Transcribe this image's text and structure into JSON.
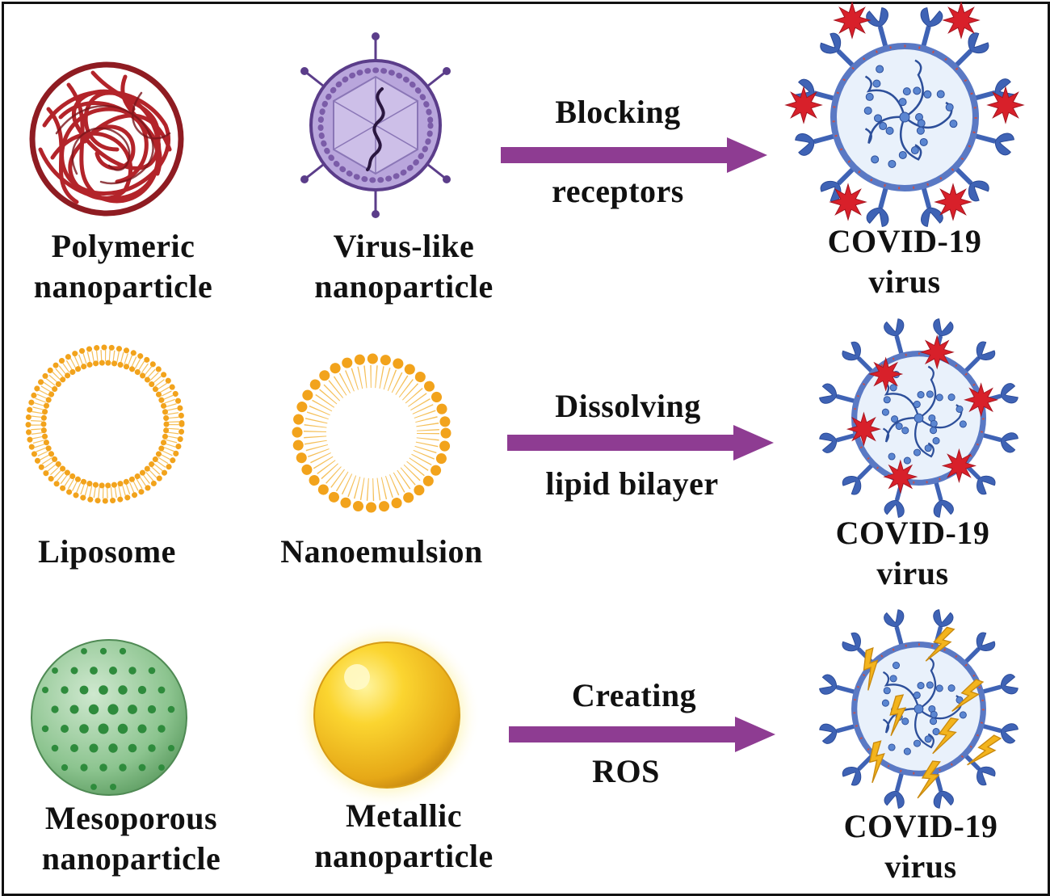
{
  "colors": {
    "arrow": "#8e3c92",
    "polymer": "#b3242a",
    "vlp": "#7b5ca8",
    "lipid": "#f2a31c",
    "mesoporous": "#2e8b3c",
    "metallic": "#f7c322",
    "spike": "#3f63b5",
    "star": "#d8202a",
    "bolt": "#f3b41d"
  },
  "rows": [
    {
      "left_label": [
        "Polymeric",
        "nanoparticle"
      ],
      "left_icon": "polymeric-nanoparticle-icon",
      "mid_label": [
        "Virus-like",
        "nanoparticle"
      ],
      "mid_icon": "virus-like-nanoparticle-icon",
      "arrow_top": "Blocking",
      "arrow_bottom": "receptors",
      "virus_label": [
        "COVID-19",
        "virus"
      ],
      "virus_icon": "covid-virus-blocked-receptors-icon"
    },
    {
      "left_label": [
        "Liposome"
      ],
      "left_icon": "liposome-icon",
      "mid_label": [
        "Nanoemulsion"
      ],
      "mid_icon": "nanoemulsion-icon",
      "arrow_top": "Dissolving",
      "arrow_bottom": "lipid bilayer",
      "virus_label": [
        "COVID-19",
        "virus"
      ],
      "virus_icon": "covid-virus-dissolved-bilayer-icon"
    },
    {
      "left_label": [
        "Mesoporous",
        "nanoparticle"
      ],
      "left_icon": "mesoporous-nanoparticle-icon",
      "mid_label": [
        "Metallic",
        "nanoparticle"
      ],
      "mid_icon": "metallic-nanoparticle-icon",
      "arrow_top": "Creating",
      "arrow_bottom": "ROS",
      "virus_label": [
        "COVID-19",
        "virus"
      ],
      "virus_icon": "covid-virus-ros-icon"
    }
  ]
}
